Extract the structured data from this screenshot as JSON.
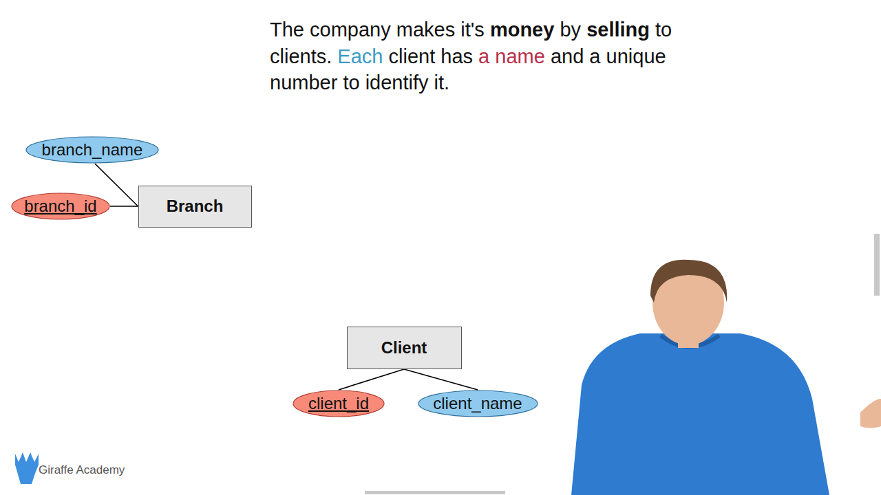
{
  "diagram": {
    "title": "The company makes it's money by selling to clients. Each client has a name and a unique number to identify it.",
    "nodes": [
      {
        "text": [
          "branch_name"
        ]
      },
      {
        "text": [
          "branch_id"
        ]
      },
      {
        "text": [
          "Branch"
        ]
      },
      {
        "text": [
          "Client"
        ]
      },
      {
        "text": [
          "client_id"
        ]
      },
      {
        "text": [
          "client_name"
        ]
      }
    ],
    "edges": [
      {
        "from": 0,
        "to": 2,
        "arrow": "none"
      },
      {
        "from": 1,
        "to": 2,
        "arrow": "none"
      },
      {
        "from": 3,
        "to": 4,
        "arrow": "none"
      },
      {
        "from": 3,
        "to": 5,
        "arrow": "none"
      }
    ],
    "labels": [
      "Giraffe Academy"
    ]
  }
}
